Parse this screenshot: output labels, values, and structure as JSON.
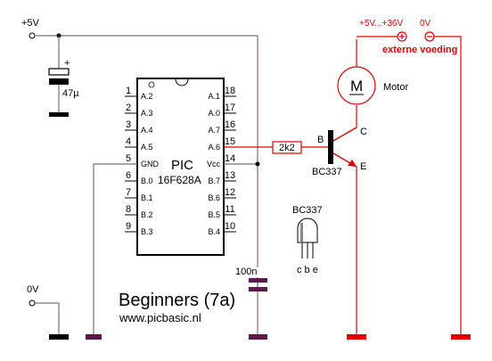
{
  "labels": {
    "supply_5v": "+5V",
    "zero_v": "0V",
    "cap_value": "47µ",
    "cap_plus": "+",
    "chip_name": "PIC",
    "chip_model": "16F628A",
    "resistor": "2k2",
    "transistor_b": "B",
    "transistor_c": "C",
    "transistor_e": "E",
    "transistor_type": "BC337",
    "pinout_title": "BC337",
    "pinout_legs": "c b e",
    "cap_100n": "100n",
    "motor_symbol": "M",
    "motor": "Motor",
    "ext_range": "+5V...+36V",
    "ext_zero": "0V",
    "ext_label": "externe voeding",
    "title": "Beginners (7a)",
    "url": "www.picbasic.nl"
  },
  "pins_left": [
    {
      "num": "1",
      "name": "A.2"
    },
    {
      "num": "2",
      "name": "A.3"
    },
    {
      "num": "3",
      "name": "A.4"
    },
    {
      "num": "4",
      "name": "A.5"
    },
    {
      "num": "5",
      "name": "GND"
    },
    {
      "num": "6",
      "name": "B.0"
    },
    {
      "num": "7",
      "name": "B.1"
    },
    {
      "num": "8",
      "name": "B.2"
    },
    {
      "num": "9",
      "name": "B.3"
    }
  ],
  "pins_right": [
    {
      "num": "18",
      "name": "A.1"
    },
    {
      "num": "17",
      "name": "A.0"
    },
    {
      "num": "16",
      "name": "A.7"
    },
    {
      "num": "15",
      "name": "A.6"
    },
    {
      "num": "14",
      "name": "Vcc"
    },
    {
      "num": "13",
      "name": "B.7"
    },
    {
      "num": "12",
      "name": "B.6"
    },
    {
      "num": "11",
      "name": "B.5"
    },
    {
      "num": "10",
      "name": "B.4"
    }
  ],
  "colors": {
    "wire_logic": "#8b6a6a",
    "wire_power": "#e00000",
    "ground_logic": "#5a1a4a",
    "ground_power": "#e00000",
    "text": "#000000"
  }
}
